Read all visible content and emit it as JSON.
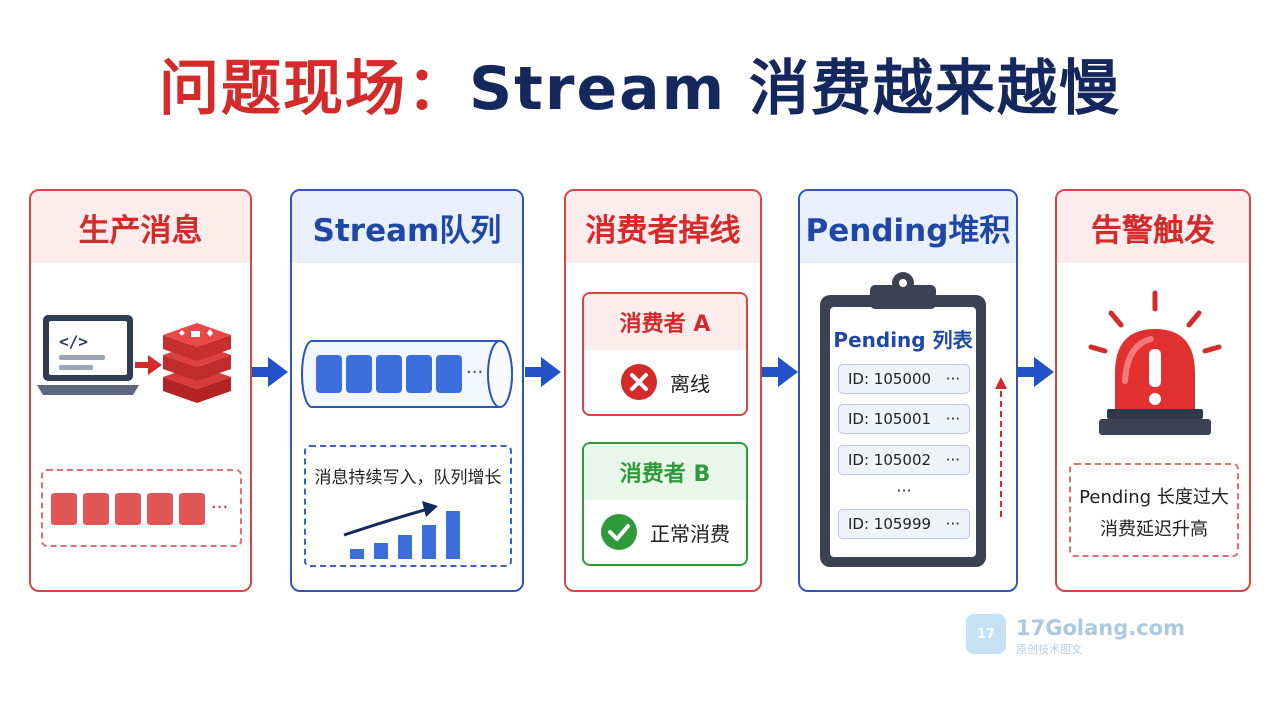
{
  "title": {
    "red": "问题现场：",
    "blue": "Stream 消费越来越慢"
  },
  "panels": {
    "produce": {
      "title": "生产消息",
      "dots": "···"
    },
    "stream": {
      "title": "Stream队列",
      "dots": "···",
      "note": "消息持续写入，队列增长"
    },
    "consumer": {
      "title": "消费者掉线",
      "a": {
        "name": "消费者 A",
        "status": "离线"
      },
      "b": {
        "name": "消费者 B",
        "status": "正常消费"
      }
    },
    "pending": {
      "title": "Pending堆积",
      "list_title": "Pending 列表",
      "ids": [
        "ID: 105000",
        "ID: 105001",
        "ID: 105002",
        "ID: 105999"
      ],
      "row_dots": "···",
      "gap_dots": "···"
    },
    "alert": {
      "title": "告警触发",
      "line1": "Pending 长度过大",
      "line2": "消费延迟升高"
    }
  },
  "watermark": {
    "logo": "17",
    "name": "17Golang.com",
    "sub": "原创技术图文"
  },
  "colors": {
    "red": "#d42a2a",
    "navy": "#15285e",
    "blue": "#1f47a8",
    "green": "#2f9a3a",
    "arrow": "#2352c8"
  },
  "icons": [
    "laptop-code-icon",
    "redis-stack-icon",
    "tube-queue-icon",
    "trend-arrow-icon",
    "error-x-icon",
    "check-icon",
    "clipboard-icon",
    "up-arrow-icon",
    "alarm-siren-icon",
    "flow-arrow-icon"
  ]
}
